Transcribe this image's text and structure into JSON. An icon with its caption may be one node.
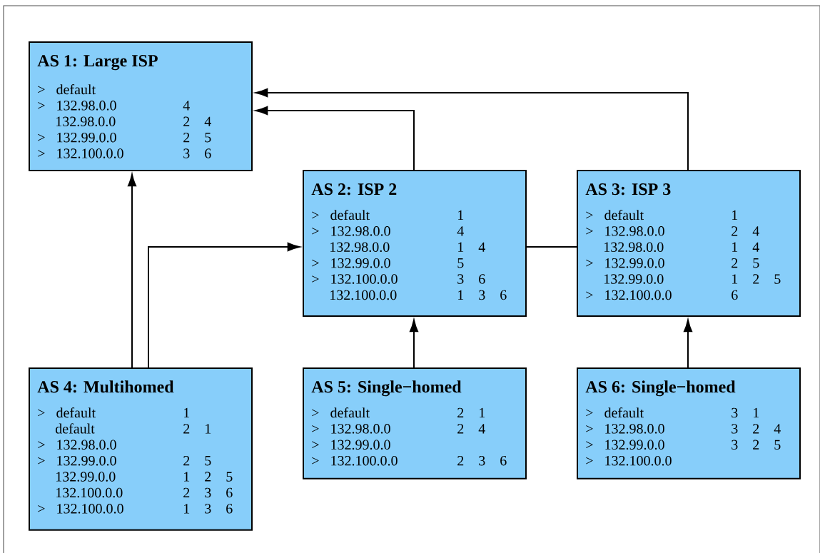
{
  "diagram": {
    "nodes": [
      {
        "text": [
          "AS 1: Large ISP",
          "> default",
          "> 132.98.0.0",
          "4",
          "132.98.0.0",
          "2 4",
          "> 132.99.0.0",
          "2 5",
          "> 132.100.0.0",
          "3 6"
        ]
      },
      {
        "text": [
          "AS 2: ISP 2",
          "> default",
          "1",
          "> 132.98.0.0",
          "4",
          "132.98.0.0",
          "1 4",
          "> 132.99.0.0",
          "5",
          "> 132.100.0.0",
          "3 6",
          "132.100.0.0",
          "1 3 6"
        ]
      },
      {
        "text": [
          "AS 3: ISP 3",
          "> default",
          "1",
          "> 132.98.0.0",
          "2 4",
          "132.98.0.0",
          "1 4",
          "> 132.99.0.0",
          "2 5",
          "132.99.0.0",
          "1 2 5",
          "> 132.100.0.0",
          "6"
        ]
      },
      {
        "text": [
          "AS 4: Multihomed",
          "> default",
          "1",
          "default",
          "2 1",
          "> 132.98.0.0",
          "> 132.99.0.0",
          "2 5",
          "132.99.0.0",
          "1 2 5",
          "132.100.0.0",
          "2 3 6",
          "> 132.100.0.0",
          "1 3 6"
        ]
      },
      {
        "text": [
          "AS 5: Single−homed",
          "> default",
          "2 1",
          "> 132.98.0.0",
          "2 4",
          "> 132.99.0.0",
          "> 132.100.0.0",
          "2 3 6"
        ]
      },
      {
        "text": [
          "AS 6: Single−homed",
          "> default",
          "3 1",
          "> 132.98.0.0",
          "3 2 4",
          "> 132.99.0.0",
          "3 2 5",
          "> 132.100.0.0"
        ]
      }
    ],
    "edges": [
      {
        "from": 3,
        "to": 0,
        "arrow": "to"
      },
      {
        "from": 3,
        "to": 1,
        "arrow": "to"
      },
      {
        "from": 1,
        "to": 0,
        "arrow": "to"
      },
      {
        "from": 2,
        "to": 0,
        "arrow": "to"
      },
      {
        "from": 1,
        "to": 2,
        "arrow": "none"
      },
      {
        "from": 4,
        "to": 1,
        "arrow": "to"
      },
      {
        "from": 5,
        "to": 2,
        "arrow": "to"
      }
    ]
  }
}
